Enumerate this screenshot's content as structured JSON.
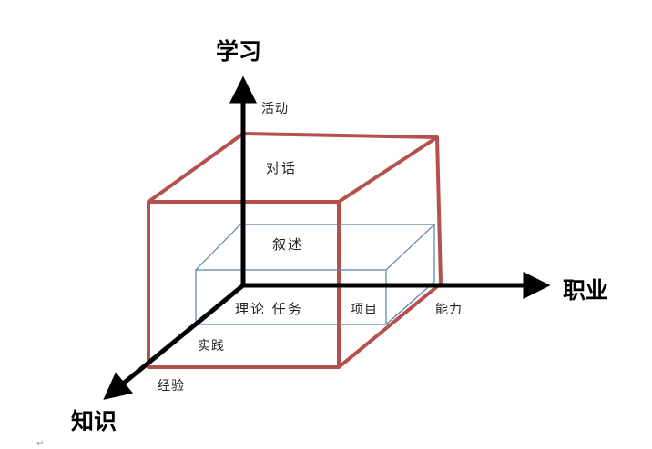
{
  "axes": {
    "vertical": "学习",
    "horizontal": "职业",
    "diagonal": "知识"
  },
  "labels": {
    "activity": "活动",
    "dialogue": "对话",
    "narrative": "叙述",
    "theory_task": "理论  任务",
    "project": "项目",
    "ability": "能力",
    "practice": "实践",
    "experience": "经验"
  },
  "return_mark": "↵",
  "colors": {
    "outer_cube": "#b5514d",
    "inner_box": "#5b7fa6",
    "axis": "#000000",
    "background": "#ffffff"
  }
}
